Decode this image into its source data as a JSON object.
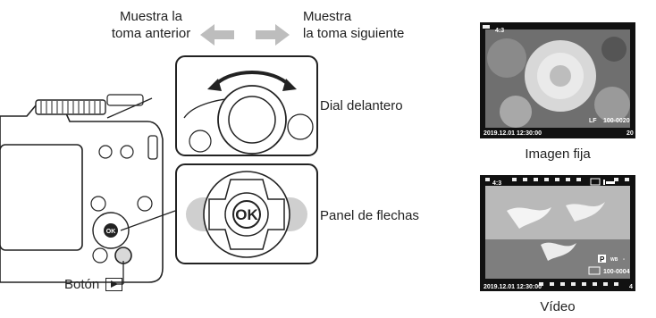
{
  "labels": {
    "prev_line1": "Muestra la",
    "prev_line2": "toma anterior",
    "next_line1": "Muestra",
    "next_line2": "la toma siguiente",
    "dial": "Dial delantero",
    "panel": "Panel de flechas",
    "boton": "Botón",
    "imagen_fija": "Imagen fija",
    "video": "Vídeo"
  },
  "ok_label": "OK",
  "still_screen": {
    "file_info": "100-0020",
    "datetime": "2019.12.01 12:30:00",
    "frame_no": "20",
    "quality": "LF",
    "aspect": "4:3"
  },
  "video_screen": {
    "file_info": "100-0004",
    "datetime": "2019.12.01 12:30:00",
    "frame_no": "4",
    "mode": "P",
    "aspect": "4:3",
    "icons": [
      "sd-card-icon",
      "aspect-icon",
      "movie-icon",
      "audio-level-icon",
      "mode-icon",
      "wb-icon",
      "drive-icon"
    ]
  },
  "colors": {
    "arrow": "#bdbdbd",
    "screen_bg": "#111111",
    "highlight": "#d9d9d9"
  }
}
